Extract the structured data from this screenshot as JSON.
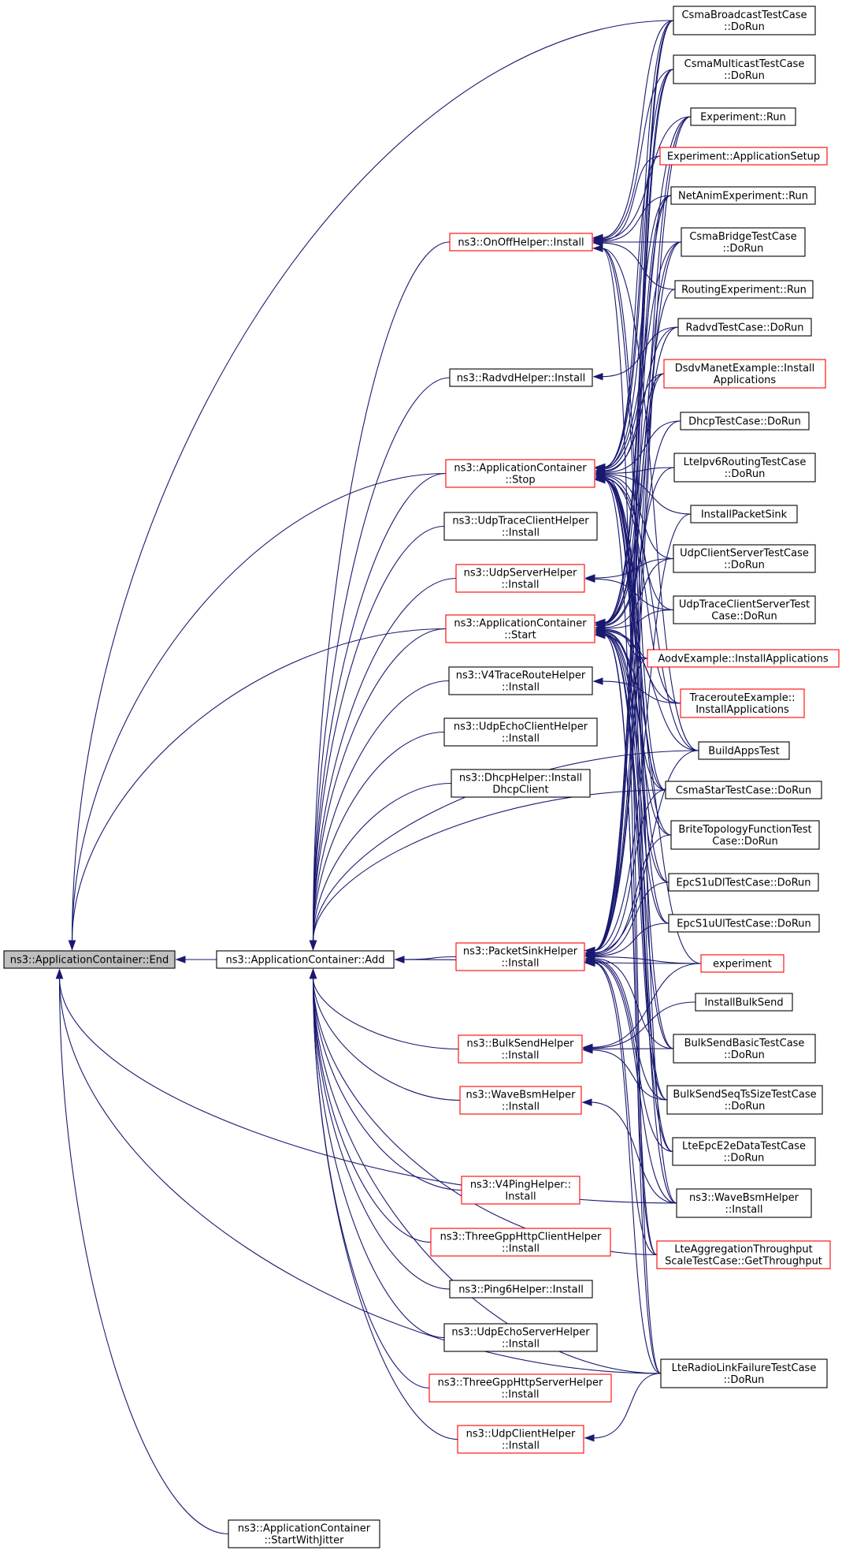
{
  "colors": {
    "edge": "#191970",
    "normal_border": "#000000",
    "red_border": "#ff0000",
    "root_fill": "#bfbfbf",
    "background": "#ffffff"
  },
  "nodes": [
    {
      "id": "end",
      "lines": [
        "ns3::ApplicationContainer::End"
      ],
      "style": "root"
    },
    {
      "id": "add",
      "lines": [
        "ns3::ApplicationContainer::Add"
      ],
      "style": "normal"
    },
    {
      "id": "startjitter",
      "lines": [
        "ns3::ApplicationContainer",
        "::StartWithJitter"
      ],
      "style": "normal"
    },
    {
      "id": "onoff",
      "lines": [
        "ns3::OnOffHelper::Install"
      ],
      "style": "red"
    },
    {
      "id": "radvdh",
      "lines": [
        "ns3::RadvdHelper::Install"
      ],
      "style": "normal"
    },
    {
      "id": "stop",
      "lines": [
        "ns3::ApplicationContainer",
        "::Stop"
      ],
      "style": "red"
    },
    {
      "id": "udptrace",
      "lines": [
        "ns3::UdpTraceClientHelper",
        "::Install"
      ],
      "style": "normal"
    },
    {
      "id": "udpserver",
      "lines": [
        "ns3::UdpServerHelper",
        "::Install"
      ],
      "style": "red"
    },
    {
      "id": "start",
      "lines": [
        "ns3::ApplicationContainer",
        "::Start"
      ],
      "style": "red"
    },
    {
      "id": "v4trace",
      "lines": [
        "ns3::V4TraceRouteHelper",
        "::Install"
      ],
      "style": "normal"
    },
    {
      "id": "udpechoclient",
      "lines": [
        "ns3::UdpEchoClientHelper",
        "::Install"
      ],
      "style": "normal"
    },
    {
      "id": "dhcph",
      "lines": [
        "ns3::DhcpHelper::Install",
        "DhcpClient"
      ],
      "style": "normal"
    },
    {
      "id": "packetsink",
      "lines": [
        "ns3::PacketSinkHelper",
        "::Install"
      ],
      "style": "red"
    },
    {
      "id": "bulksendh",
      "lines": [
        "ns3::BulkSendHelper",
        "::Install"
      ],
      "style": "red"
    },
    {
      "id": "wavebsm1",
      "lines": [
        "ns3::WaveBsmHelper",
        "::Install"
      ],
      "style": "red"
    },
    {
      "id": "v4ping",
      "lines": [
        "ns3::V4PingHelper::",
        "Install"
      ],
      "style": "red"
    },
    {
      "id": "http3client",
      "lines": [
        "ns3::ThreeGppHttpClientHelper",
        "::Install"
      ],
      "style": "red"
    },
    {
      "id": "ping6",
      "lines": [
        "ns3::Ping6Helper::Install"
      ],
      "style": "normal"
    },
    {
      "id": "udpechoserver",
      "lines": [
        "ns3::UdpEchoServerHelper",
        "::Install"
      ],
      "style": "normal"
    },
    {
      "id": "http3server",
      "lines": [
        "ns3::ThreeGppHttpServerHelper",
        "::Install"
      ],
      "style": "red"
    },
    {
      "id": "udpclient",
      "lines": [
        "ns3::UdpClientHelper",
        "::Install"
      ],
      "style": "red"
    },
    {
      "id": "csmabroadcast",
      "lines": [
        "CsmaBroadcastTestCase",
        "::DoRun"
      ],
      "style": "normal"
    },
    {
      "id": "csmamulticast",
      "lines": [
        "CsmaMulticastTestCase",
        "::DoRun"
      ],
      "style": "normal"
    },
    {
      "id": "exprun",
      "lines": [
        "Experiment::Run"
      ],
      "style": "normal"
    },
    {
      "id": "expappsetup",
      "lines": [
        "Experiment::ApplicationSetup"
      ],
      "style": "red"
    },
    {
      "id": "netanim",
      "lines": [
        "NetAnimExperiment::Run"
      ],
      "style": "normal"
    },
    {
      "id": "csmabridge",
      "lines": [
        "CsmaBridgeTestCase",
        "::DoRun"
      ],
      "style": "normal"
    },
    {
      "id": "routingexp",
      "lines": [
        "RoutingExperiment::Run"
      ],
      "style": "normal"
    },
    {
      "id": "radvdtest",
      "lines": [
        "RadvdTestCase::DoRun"
      ],
      "style": "normal"
    },
    {
      "id": "dsdv",
      "lines": [
        "DsdvManetExample::Install",
        "Applications"
      ],
      "style": "red"
    },
    {
      "id": "dhcptest",
      "lines": [
        "DhcpTestCase::DoRun"
      ],
      "style": "normal"
    },
    {
      "id": "lteipv6",
      "lines": [
        "LteIpv6RoutingTestCase",
        "::DoRun"
      ],
      "style": "normal"
    },
    {
      "id": "installpacketsink",
      "lines": [
        "InstallPacketSink"
      ],
      "style": "normal"
    },
    {
      "id": "udpclientserver",
      "lines": [
        "UdpClientServerTestCase",
        "::DoRun"
      ],
      "style": "normal"
    },
    {
      "id": "udptraceclientserver",
      "lines": [
        "UdpTraceClientServerTest",
        "Case::DoRun"
      ],
      "style": "normal"
    },
    {
      "id": "aodv",
      "lines": [
        "AodvExample::InstallApplications"
      ],
      "style": "red"
    },
    {
      "id": "traceroute",
      "lines": [
        "TracerouteExample::",
        "InstallApplications"
      ],
      "style": "red"
    },
    {
      "id": "buildapps",
      "lines": [
        "BuildAppsTest"
      ],
      "style": "normal"
    },
    {
      "id": "csmastar",
      "lines": [
        "CsmaStarTestCase::DoRun"
      ],
      "style": "normal"
    },
    {
      "id": "brite",
      "lines": [
        "BriteTopologyFunctionTest",
        "Case::DoRun"
      ],
      "style": "normal"
    },
    {
      "id": "epcdl",
      "lines": [
        "EpcS1uDlTestCase::DoRun"
      ],
      "style": "normal"
    },
    {
      "id": "epcul",
      "lines": [
        "EpcS1uUlTestCase::DoRun"
      ],
      "style": "normal"
    },
    {
      "id": "experiment",
      "lines": [
        "experiment"
      ],
      "style": "red"
    },
    {
      "id": "installbulksend",
      "lines": [
        "InstallBulkSend"
      ],
      "style": "normal"
    },
    {
      "id": "bulksendbasic",
      "lines": [
        "BulkSendBasicTestCase",
        "::DoRun"
      ],
      "style": "normal"
    },
    {
      "id": "bulksendseq",
      "lines": [
        "BulkSendSeqTsSizeTestCase",
        "::DoRun"
      ],
      "style": "normal"
    },
    {
      "id": "lteepce2e",
      "lines": [
        "LteEpcE2eDataTestCase",
        "::DoRun"
      ],
      "style": "normal"
    },
    {
      "id": "wavebsm2",
      "lines": [
        "ns3::WaveBsmHelper",
        "::Install"
      ],
      "style": "normal"
    },
    {
      "id": "lteagg",
      "lines": [
        "LteAggregationThroughput",
        "ScaleTestCase::GetThroughput"
      ],
      "style": "red"
    },
    {
      "id": "lteradio",
      "lines": [
        "LteRadioLinkFailureTestCase",
        "::DoRun"
      ],
      "style": "normal"
    }
  ]
}
